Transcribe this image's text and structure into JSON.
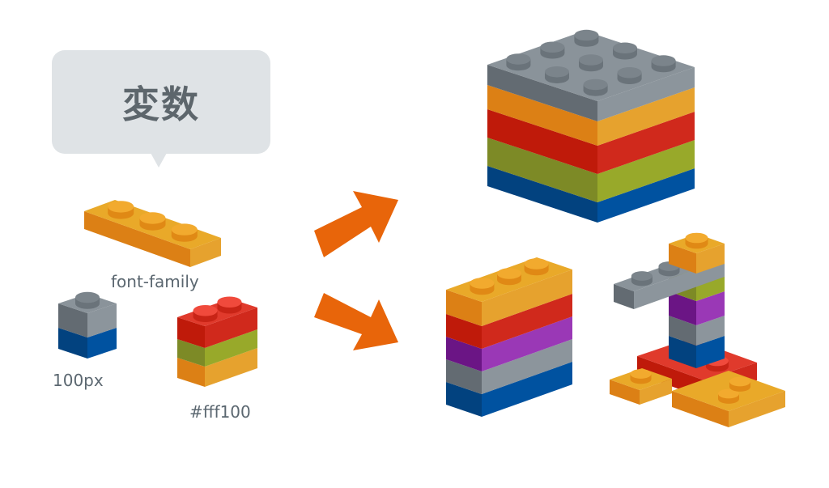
{
  "bubble": {
    "text": "変数"
  },
  "labels": {
    "font_family": "font-family",
    "size": "100px",
    "color": "#fff100"
  },
  "colors": {
    "arrow": "#e8650a",
    "bubble": "#dfe3e6",
    "text": "#5b6770"
  }
}
